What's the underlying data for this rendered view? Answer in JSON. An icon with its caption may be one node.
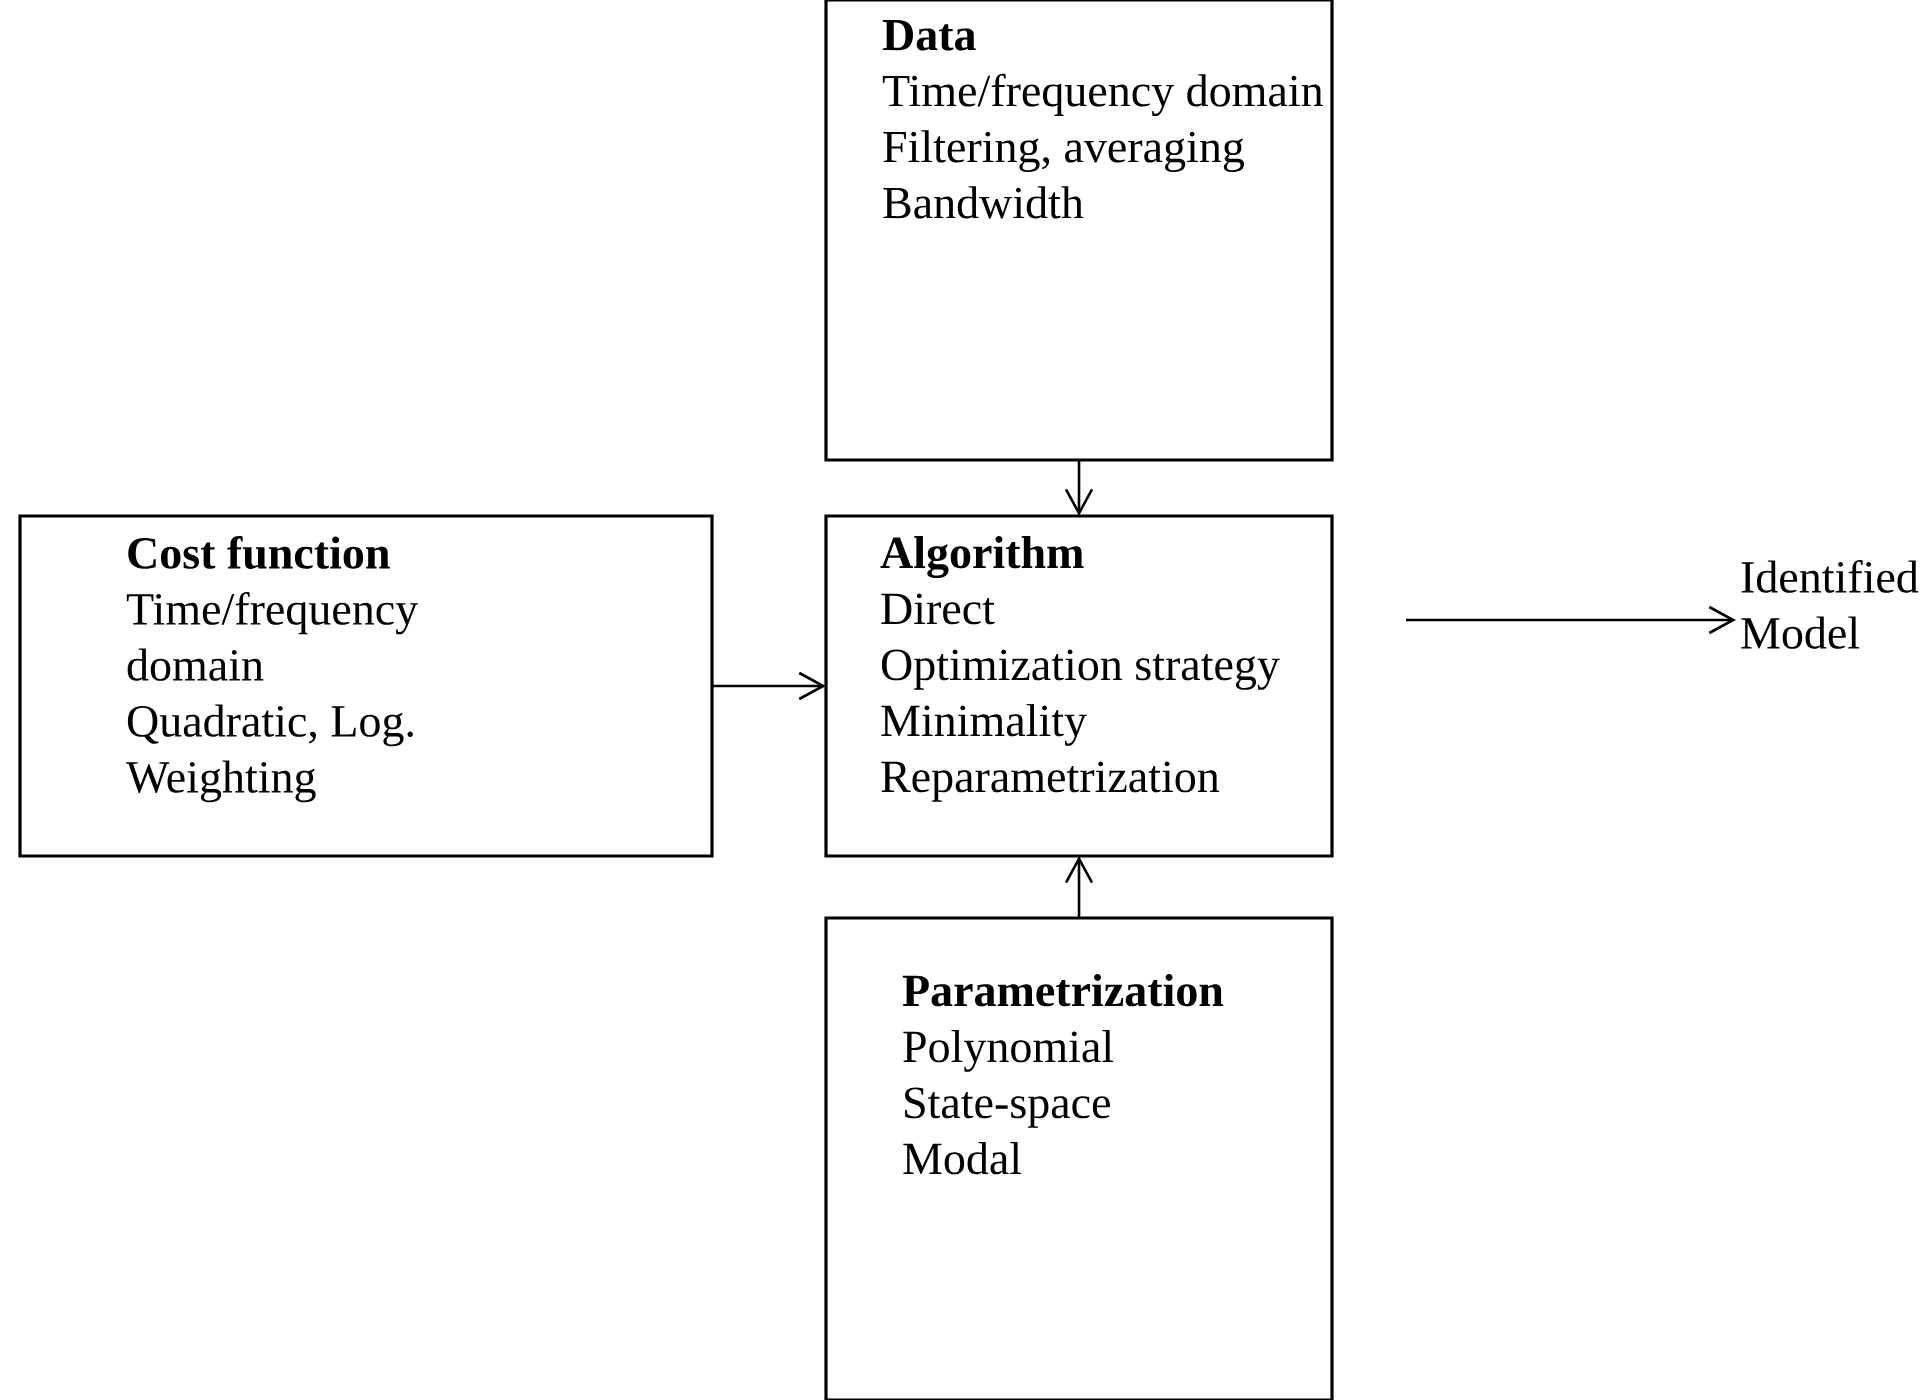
{
  "diagram": {
    "nodes": [
      {
        "text": [
          "Data",
          "Time/frequency domain",
          "Filtering, averaging",
          "Bandwidth"
        ]
      },
      {
        "text": [
          "Cost function",
          "Time/frequency domain",
          "Quadratic, Log.",
          "Weighting"
        ]
      },
      {
        "text": [
          "Algorithm",
          "Direct",
          "Optimization strategy",
          "Minimality",
          "Reparametrization"
        ]
      },
      {
        "text": [
          "Identified Model"
        ]
      },
      {
        "text": [
          "Parametrization",
          "Polynomial",
          "State-space",
          "Modal"
        ]
      }
    ],
    "edges": [
      {
        "from": 0,
        "to": 2,
        "arrow": "to"
      },
      {
        "from": 1,
        "to": 2,
        "arrow": "to"
      },
      {
        "from": 2,
        "to": 3,
        "arrow": "to"
      },
      {
        "from": 4,
        "to": 2,
        "arrow": "to"
      }
    ]
  }
}
